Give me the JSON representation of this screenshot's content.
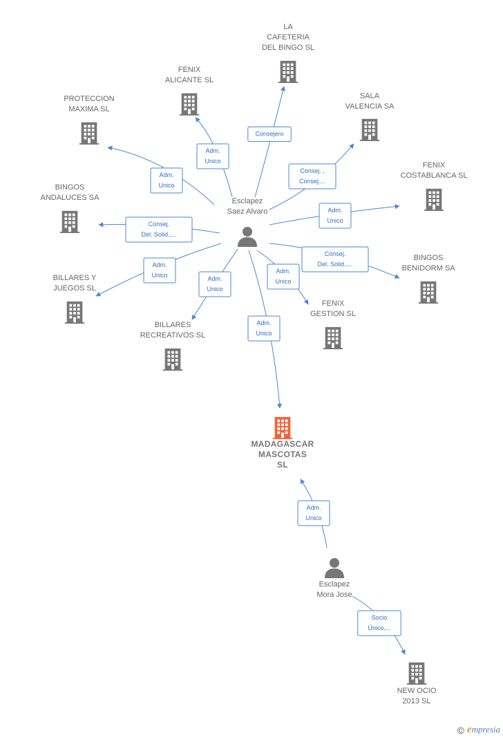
{
  "colors": {
    "edge": "#4a86d4",
    "company": "#777777",
    "focus": "#f0643a",
    "person": "#777777"
  },
  "nodes": [
    {
      "id": "la-cafeteria",
      "type": "company",
      "lines": [
        "LA",
        "CAFETERIA",
        "DEL BINGO SL"
      ]
    },
    {
      "id": "fenix-alicante",
      "type": "company",
      "lines": [
        "FENIX",
        "ALICANTE SL"
      ]
    },
    {
      "id": "proteccion-maxima",
      "type": "company",
      "lines": [
        "PROTECCION",
        "MAXIMA SL"
      ]
    },
    {
      "id": "sala-valencia",
      "type": "company",
      "lines": [
        "SALA",
        "VALENCIA SA"
      ]
    },
    {
      "id": "fenix-costablanca",
      "type": "company",
      "lines": [
        "FENIX",
        "COSTABLANCA SL"
      ]
    },
    {
      "id": "bingos-andaluces",
      "type": "company",
      "lines": [
        "BINGOS",
        "ANDALUCES SA"
      ]
    },
    {
      "id": "esclapez-saez",
      "type": "person",
      "lines": [
        "Esclapez",
        "Saez Alvaro"
      ]
    },
    {
      "id": "bingos-benidorm",
      "type": "company",
      "lines": [
        "BINGOS",
        "BENIDORM SA"
      ]
    },
    {
      "id": "billares-juegos",
      "type": "company",
      "lines": [
        "BILLARES Y",
        "JUEGOS SL"
      ]
    },
    {
      "id": "fenix-gestion",
      "type": "company",
      "lines": [
        "FENIX",
        "GESTION SL"
      ]
    },
    {
      "id": "billares-recreativos",
      "type": "company",
      "lines": [
        "BILLARES",
        "RECREATIVOS SL"
      ]
    },
    {
      "id": "madagascar",
      "type": "focus",
      "lines": [
        "MADAGASCAR",
        "MASCOTAS",
        "SL"
      ]
    },
    {
      "id": "esclapez-mora",
      "type": "person",
      "lines": [
        "Esclapez",
        "Mora Jose"
      ]
    },
    {
      "id": "new-ocio",
      "type": "company",
      "lines": [
        "NEW OCIO",
        "2013 SL"
      ]
    }
  ],
  "edges": [
    {
      "label": [
        "Consejero"
      ]
    },
    {
      "label": [
        "Adm.",
        "Unico"
      ]
    },
    {
      "label": [
        "Adm.",
        "Unico"
      ]
    },
    {
      "label": [
        "Consej. ,",
        "Consej...."
      ]
    },
    {
      "label": [
        "Adm.",
        "Unico"
      ]
    },
    {
      "label": [
        "Consej.",
        "Del. Solid.,..."
      ]
    },
    {
      "label": [
        "Consej.",
        "Del. Solid.,..."
      ]
    },
    {
      "label": [
        "Adm.",
        "Unico"
      ]
    },
    {
      "label": [
        "Adm.",
        "Unico"
      ]
    },
    {
      "label": [
        "Adm.",
        "Unico"
      ]
    },
    {
      "label": [
        "Adm.",
        "Unico"
      ]
    },
    {
      "label": [
        "Adm.",
        "Unico"
      ]
    },
    {
      "label": [
        "Socio",
        "Único,..."
      ]
    }
  ],
  "footer": {
    "copyright_symbol": "©",
    "brand_initial": "e",
    "brand_rest": "mpresia"
  }
}
